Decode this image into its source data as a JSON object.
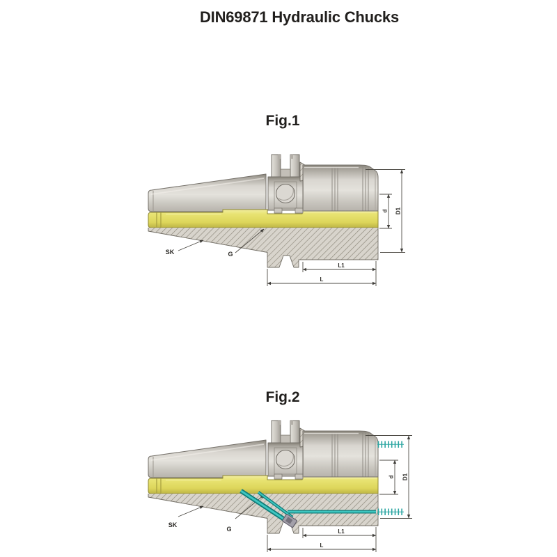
{
  "page": {
    "title": "DIN69871 Hydraulic Chucks"
  },
  "figures": [
    {
      "label": "Fig.1",
      "callouts": {
        "sk": "SK",
        "g": "G"
      },
      "dimensions": {
        "l1": "L1",
        "l": "L",
        "d": "d",
        "d1": "D1"
      }
    },
    {
      "label": "Fig.2",
      "callouts": {
        "sk": "SK",
        "g": "G"
      },
      "dimensions": {
        "l1": "L1",
        "l": "L",
        "d": "d",
        "d1": "D1"
      }
    }
  ],
  "colors": {
    "body_grey": "#cdc9c2",
    "bore_yellow": "#e7e268",
    "section_fill": "#d8d4cc",
    "hatch_line": "#8d887b",
    "coolant_teal": "#2db3ae",
    "dimension_line": "#4e4b45",
    "label_text": "#2a2824",
    "title_text": "#211f1d"
  }
}
